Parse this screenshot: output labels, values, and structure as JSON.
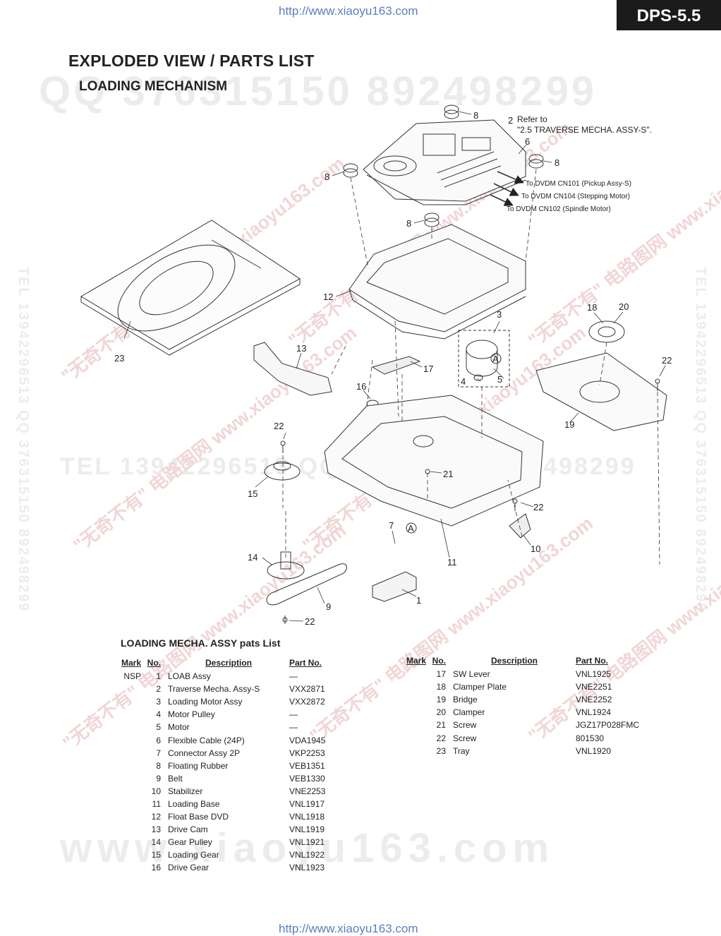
{
  "header": {
    "url_top": "http://www.xiaoyu163.com",
    "model": "DPS-5.5",
    "title": "EXPLODED VIEW / PARTS LIST",
    "section": "LOADING MECHANISM"
  },
  "footer": {
    "url_bottom": "http://www.xiaoyu163.com"
  },
  "watermarks": {
    "qq": "QQ 376315150  892498299",
    "tel_horizontal": "TEL 13942296513  QQ 376315150  892498299",
    "vertical": "TEL 13942296513  QQ 376315150  892498299",
    "diagonal": "\"无奇不有\" 电路图网  www.xiaoyu163.com",
    "big_url": "www.xiaoyu163.com"
  },
  "diagram": {
    "callouts": {
      "c1": "1",
      "c2": "2",
      "c3": "3",
      "c4": "4",
      "c5": "5",
      "c6": "6",
      "c7": "7",
      "c8a": "8",
      "c8b": "8",
      "c8c": "8",
      "c8d": "8",
      "c9": "9",
      "c10": "10",
      "c11": "11",
      "c12": "12",
      "c13": "13",
      "c14": "14",
      "c15": "15",
      "c16": "16",
      "c17": "17",
      "c18": "18",
      "c19": "19",
      "c20": "20",
      "c21": "21",
      "c22a": "22",
      "c22b": "22",
      "c22c": "22",
      "c22d": "22",
      "c23": "23",
      "ca1": "A",
      "ca2": "A"
    },
    "refer_line1": "Refer to",
    "refer_line2": "\"2.5 TRAVERSE MECHA. ASSY-S\".",
    "to_cn101": "To DVDM CN101 (Pickup Assy-S)",
    "to_cn104": "To DVDM CN104 (Stepping Motor)",
    "to_cn102": "To DVDM CN102 (Spindle Motor)"
  },
  "parts_list": {
    "title": "LOADING MECHA. ASSY pats List",
    "headers": {
      "mark": "Mark",
      "no": "No.",
      "description": "Description",
      "part_no": "Part No."
    },
    "left": [
      {
        "mark": "NSP",
        "no": "1",
        "description": "LOAB Assy",
        "part_no": "—"
      },
      {
        "mark": "",
        "no": "2",
        "description": "Traverse Mecha. Assy-S",
        "part_no": "VXX2871"
      },
      {
        "mark": "",
        "no": "3",
        "description": "Loading Motor Assy",
        "part_no": "VXX2872"
      },
      {
        "mark": "",
        "no": "4",
        "description": "Motor Pulley",
        "part_no": "—"
      },
      {
        "mark": "",
        "no": "5",
        "description": "Motor",
        "part_no": "—"
      },
      {
        "mark": "",
        "no": "6",
        "description": "Flexible Cable (24P)",
        "part_no": "VDA1945"
      },
      {
        "mark": "",
        "no": "7",
        "description": "Connector Assy 2P",
        "part_no": "VKP2253"
      },
      {
        "mark": "",
        "no": "8",
        "description": "Floating Rubber",
        "part_no": "VEB1351"
      },
      {
        "mark": "",
        "no": "9",
        "description": "Belt",
        "part_no": "VEB1330"
      },
      {
        "mark": "",
        "no": "10",
        "description": "Stabilizer",
        "part_no": "VNE2253"
      },
      {
        "mark": "",
        "no": "11",
        "description": "Loading Base",
        "part_no": "VNL1917"
      },
      {
        "mark": "",
        "no": "12",
        "description": "Float Base DVD",
        "part_no": "VNL1918"
      },
      {
        "mark": "",
        "no": "13",
        "description": "Drive Cam",
        "part_no": "VNL1919"
      },
      {
        "mark": "",
        "no": "14",
        "description": "Gear Pulley",
        "part_no": "VNL1921"
      },
      {
        "mark": "",
        "no": "15",
        "description": "Loading Gear",
        "part_no": "VNL1922"
      },
      {
        "mark": "",
        "no": "16",
        "description": "Drive Gear",
        "part_no": "VNL1923"
      }
    ],
    "right": [
      {
        "mark": "",
        "no": "17",
        "description": "SW Lever",
        "part_no": "VNL1925"
      },
      {
        "mark": "",
        "no": "18",
        "description": "Clamper Plate",
        "part_no": "VNE2251"
      },
      {
        "mark": "",
        "no": "19",
        "description": "Bridge",
        "part_no": "VNE2252"
      },
      {
        "mark": "",
        "no": "20",
        "description": "Clamper",
        "part_no": "VNL1924"
      },
      {
        "mark": "",
        "no": "21",
        "description": "Screw",
        "part_no": "JGZ17P028FMC"
      },
      {
        "mark": "",
        "no": "22",
        "description": "Screw",
        "part_no": "801530"
      },
      {
        "mark": "",
        "no": "23",
        "description": "Tray",
        "part_no": "VNL1920"
      }
    ]
  }
}
